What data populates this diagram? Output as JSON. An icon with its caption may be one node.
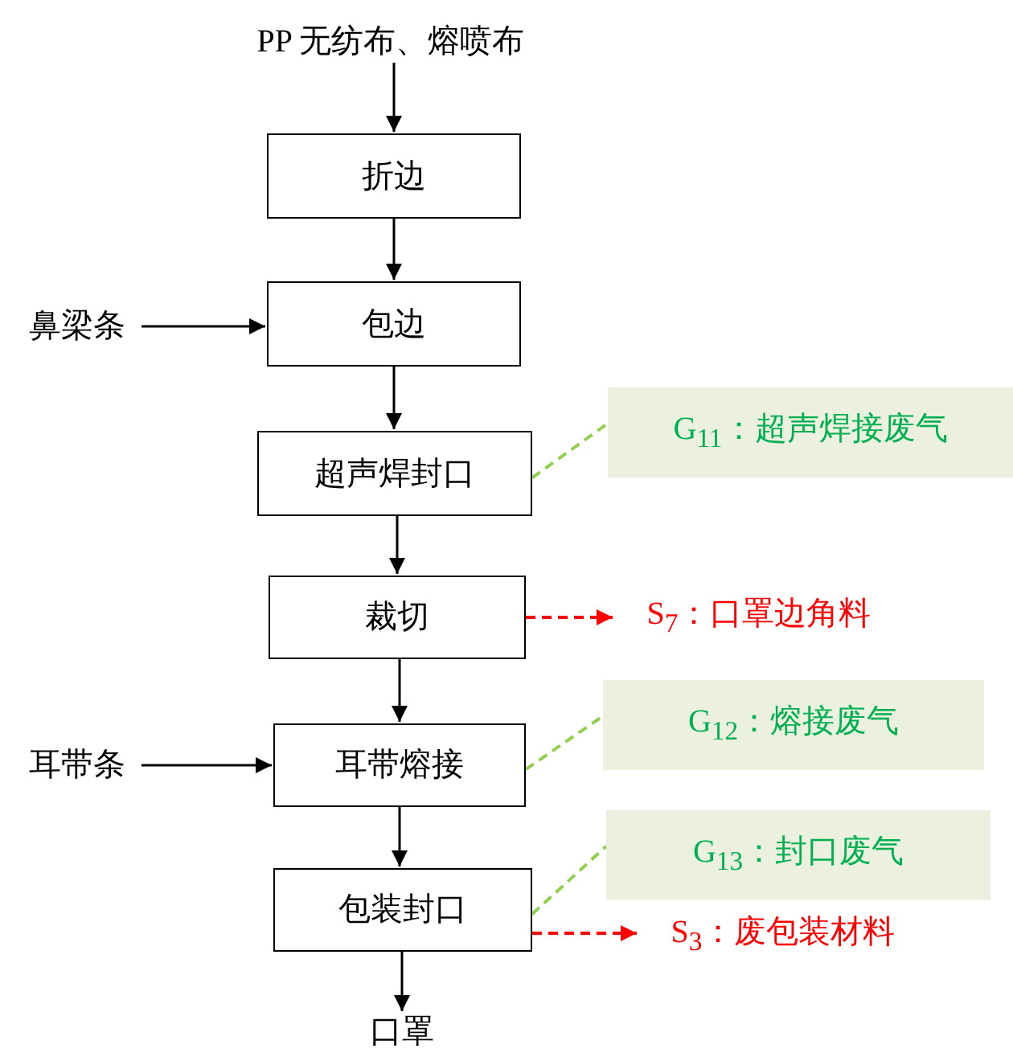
{
  "diagram": {
    "nodes": [
      {
        "text": [
          "PP 无纺布、熔喷布"
        ]
      },
      {
        "text": [
          "折边"
        ]
      },
      {
        "text": [
          "包边"
        ]
      },
      {
        "text": [
          "鼻梁条"
        ]
      },
      {
        "text": [
          "超声焊封口"
        ]
      },
      {
        "text": [
          "G$_{11}$：超声焊接废气"
        ]
      },
      {
        "text": [
          "裁切"
        ]
      },
      {
        "text": [
          "S$_{7}$：口罩边角料"
        ]
      },
      {
        "text": [
          "耳带熔接"
        ]
      },
      {
        "text": [
          "耳带条"
        ]
      },
      {
        "text": [
          "G$_{12}$：熔接废气"
        ]
      },
      {
        "text": [
          "包装封口"
        ]
      },
      {
        "text": [
          "G$_{13}$：封口废气"
        ]
      },
      {
        "text": [
          "S$_{3}$：废包装材料"
        ]
      },
      {
        "text": [
          "口罩"
        ]
      }
    ],
    "edges": [
      {
        "from": 0,
        "to": 1,
        "arrow": "to"
      },
      {
        "from": 1,
        "to": 2,
        "arrow": "to"
      },
      {
        "from": 3,
        "to": 2,
        "arrow": "to"
      },
      {
        "from": 2,
        "to": 4,
        "arrow": "to"
      },
      {
        "from": 4,
        "to": 5,
        "arrow": "none",
        "style": "dashed",
        "color": "#92d050"
      },
      {
        "from": 4,
        "to": 6,
        "arrow": "to"
      },
      {
        "from": 6,
        "to": 7,
        "arrow": "to",
        "style": "dashed",
        "color": "#ff0000"
      },
      {
        "from": 6,
        "to": 8,
        "arrow": "to"
      },
      {
        "from": 9,
        "to": 8,
        "arrow": "to"
      },
      {
        "from": 8,
        "to": 10,
        "arrow": "none",
        "style": "dashed",
        "color": "#92d050"
      },
      {
        "from": 8,
        "to": 11,
        "arrow": "to"
      },
      {
        "from": 11,
        "to": 12,
        "arrow": "none",
        "style": "dashed",
        "color": "#92d050"
      },
      {
        "from": 11,
        "to": 13,
        "arrow": "to",
        "style": "dashed",
        "color": "#ff0000"
      },
      {
        "from": 11,
        "to": 14,
        "arrow": "to"
      }
    ]
  }
}
